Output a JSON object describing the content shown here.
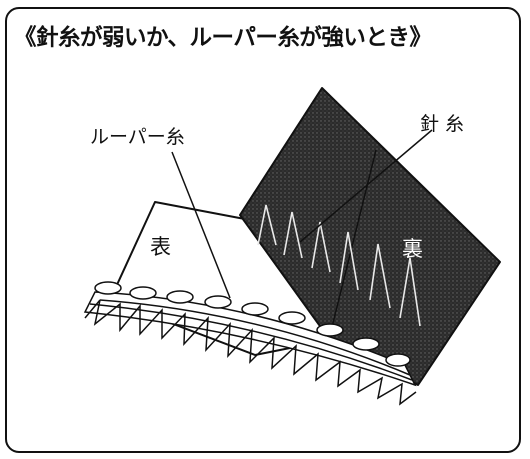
{
  "title": "《針糸が弱いか、ルーパー糸が強いとき》",
  "labels": {
    "looper_thread": "ルーパー糸",
    "needle_thread": "針 糸",
    "front": "表",
    "back": "裏"
  }
}
